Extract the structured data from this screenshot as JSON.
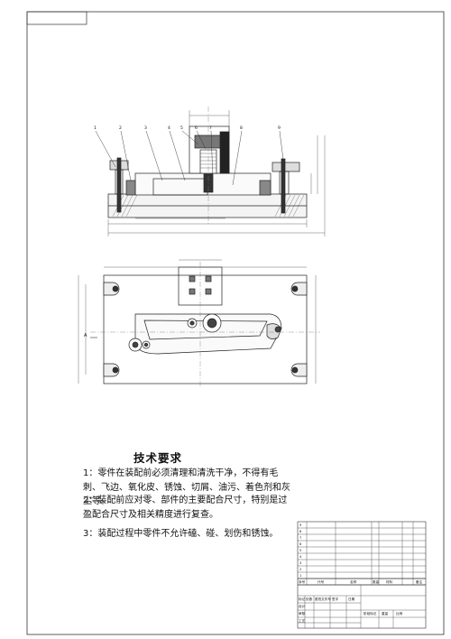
{
  "drawing": {
    "part_numbers": [
      "1",
      "2",
      "3",
      "4",
      "5",
      "6",
      "7",
      "8",
      "9"
    ],
    "section_label": "A"
  },
  "tech_requirements": {
    "title": "技术要求",
    "items": [
      "1：零件在装配前必须清理和清洗干净，不得有毛刺、飞边、氧化皮、锈蚀、切屑、油污、着色剂和灰尘等。",
      "2：装配前应对零、部件的主要配合尺寸，特别是过盈配合尺寸及相关精度进行复查。",
      "3：装配过程中零件不允许磕、碰、划伤和锈蚀。"
    ]
  },
  "title_block": {
    "header": {
      "seq": "序号",
      "code": "代号",
      "name": "名称",
      "qty": "数量",
      "material": "材料",
      "note": "备注"
    },
    "sign_row": [
      "标记",
      "处数",
      "更改文件号",
      "签字",
      "日期"
    ],
    "roles": [
      "设计",
      "审核",
      "工艺"
    ],
    "scale_row": [
      "阶段标记",
      "重量",
      "比例"
    ]
  }
}
